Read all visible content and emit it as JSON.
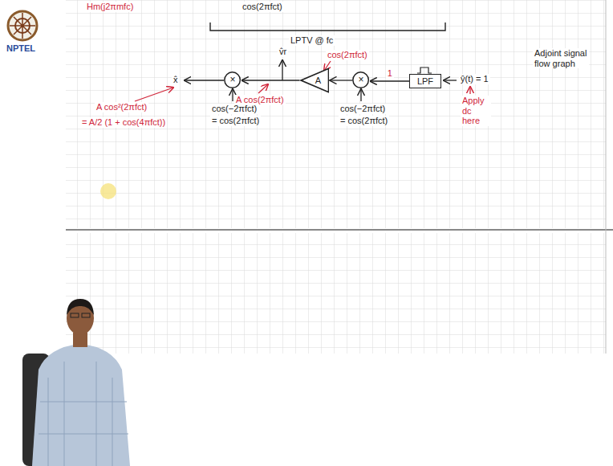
{
  "diagram": {
    "nodes": [
      {
        "text": [
          "×"
        ]
      },
      {
        "text": [
          "A"
        ]
      },
      {
        "text": [
          "×"
        ]
      },
      {
        "text": [
          "LPF"
        ]
      }
    ],
    "edges": [
      {
        "from": 3,
        "to": 2,
        "arrow": "to",
        "label": "1"
      },
      {
        "from": 2,
        "to": 1,
        "arrow": "to"
      },
      {
        "from": 1,
        "to": 0,
        "arrow": "to"
      }
    ],
    "labels": [
      "Hm(j2πmfc)",
      "cos(2πfct)",
      "LPTV @ fc",
      "Adjoint signal flow graph",
      "ŷ(t) = 1",
      "Apply dc here",
      "cos(2πfct)",
      "v̂r",
      "x̂",
      "A cos(2πfct)",
      "A cos²(2πfct)",
      "= A/2 (1 + cos(4πfct))",
      "cos(−2πfct)",
      "= cos(2πfct)",
      "cos(−2πfct)",
      "= cos(2πfct)",
      "NPTEL"
    ]
  }
}
